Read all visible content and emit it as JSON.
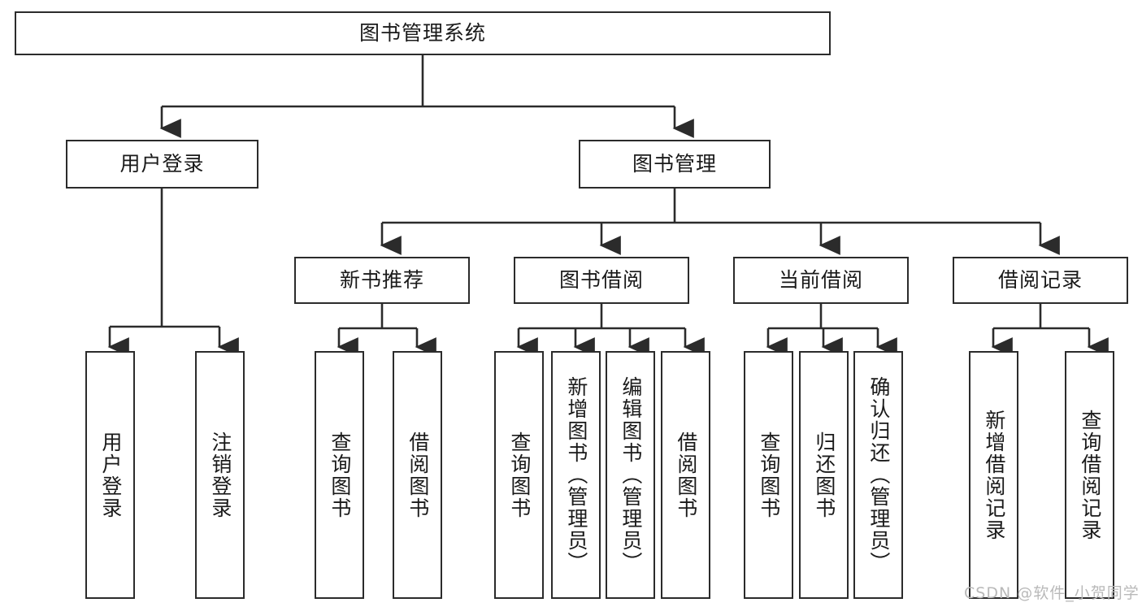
{
  "diagram": {
    "title_node": {
      "label": "图书管理系统"
    },
    "level2": [
      {
        "id": "user-login",
        "label": "用户登录"
      },
      {
        "id": "book-management",
        "label": "图书管理"
      }
    ],
    "level3": [
      {
        "id": "new-book-recommend",
        "label": "新书推荐"
      },
      {
        "id": "book-borrow",
        "label": "图书借阅"
      },
      {
        "id": "current-borrow",
        "label": "当前借阅"
      },
      {
        "id": "borrow-record",
        "label": "借阅记录"
      }
    ],
    "leaves": [
      {
        "id": "leaf-user-login",
        "label": "用户登录"
      },
      {
        "id": "leaf-logout-login",
        "label": "注销登录"
      },
      {
        "id": "leaf-query-book-1",
        "label": "查询图书"
      },
      {
        "id": "leaf-borrow-book-1",
        "label": "借阅图书"
      },
      {
        "id": "leaf-query-book-2",
        "label": "查询图书"
      },
      {
        "id": "leaf-add-book-admin",
        "label": "新增图书（管理员）"
      },
      {
        "id": "leaf-edit-book-admin",
        "label": "编辑图书（管理员）"
      },
      {
        "id": "leaf-borrow-book-2",
        "label": "借阅图书"
      },
      {
        "id": "leaf-query-book-3",
        "label": "查询图书"
      },
      {
        "id": "leaf-return-book",
        "label": "归还图书"
      },
      {
        "id": "leaf-confirm-return-admin",
        "label": "确认归还（管理员）"
      },
      {
        "id": "leaf-add-borrow-record",
        "label": "新增借阅记录"
      },
      {
        "id": "leaf-query-borrow-record",
        "label": "查询借阅记录"
      }
    ],
    "watermark": "CSDN @软件_小贺同学",
    "colors": {
      "border": "#2b2b2b",
      "background": "#ffffff",
      "text": "#1a1a1a",
      "watermark": "#b9b9b9"
    }
  }
}
